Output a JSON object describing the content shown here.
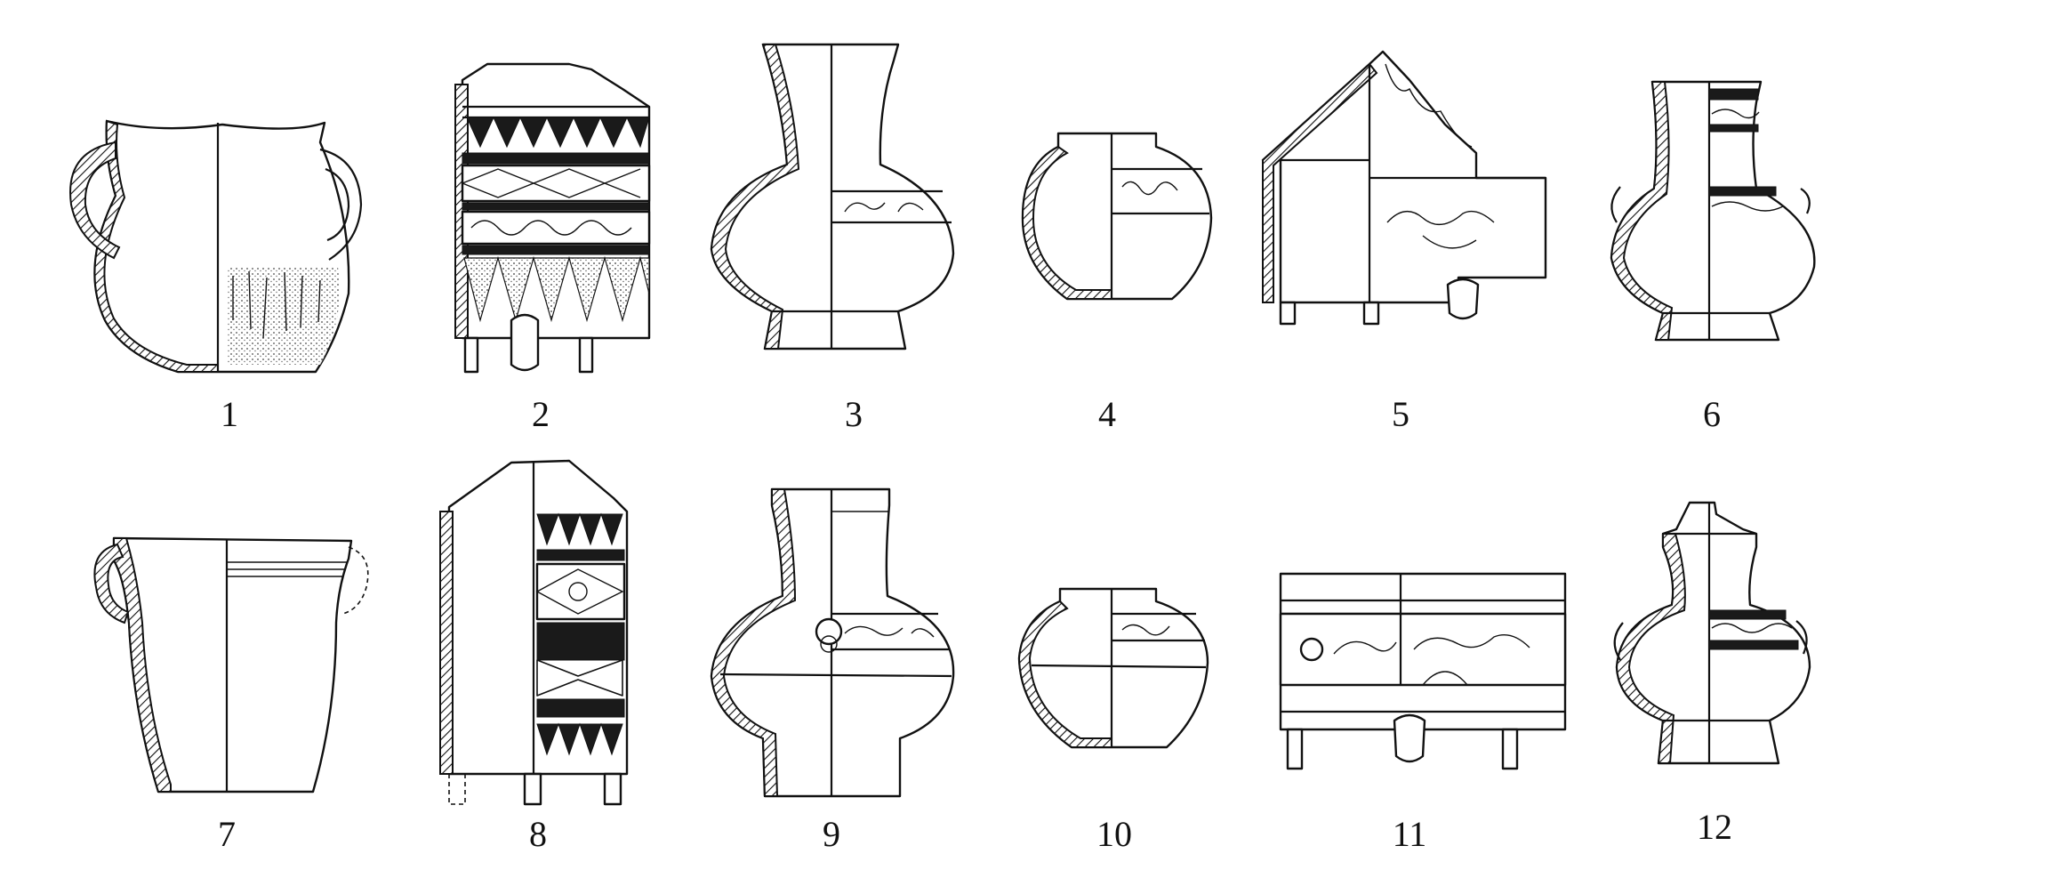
{
  "plate": {
    "figures": [
      {
        "label": "1",
        "icon": "two-handled-jar-icon"
      },
      {
        "label": "2",
        "icon": "decorated-lian-box-icon"
      },
      {
        "label": "3",
        "icon": "hu-vase-icon"
      },
      {
        "label": "4",
        "icon": "small-jar-icon"
      },
      {
        "label": "5",
        "icon": "boshan-lid-lian-icon"
      },
      {
        "label": "6",
        "icon": "lug-handled-hu-icon"
      },
      {
        "label": "7",
        "icon": "two-handled-jar-icon"
      },
      {
        "label": "8",
        "icon": "decorated-lian-box-icon"
      },
      {
        "label": "9",
        "icon": "ring-handled-hu-vase-icon"
      },
      {
        "label": "10",
        "icon": "small-jar-icon"
      },
      {
        "label": "11",
        "icon": "animal-frieze-box-icon"
      },
      {
        "label": "12",
        "icon": "lidded-hu-icon"
      }
    ],
    "colors": {
      "ink": "#111111",
      "paper": "#ffffff"
    }
  }
}
